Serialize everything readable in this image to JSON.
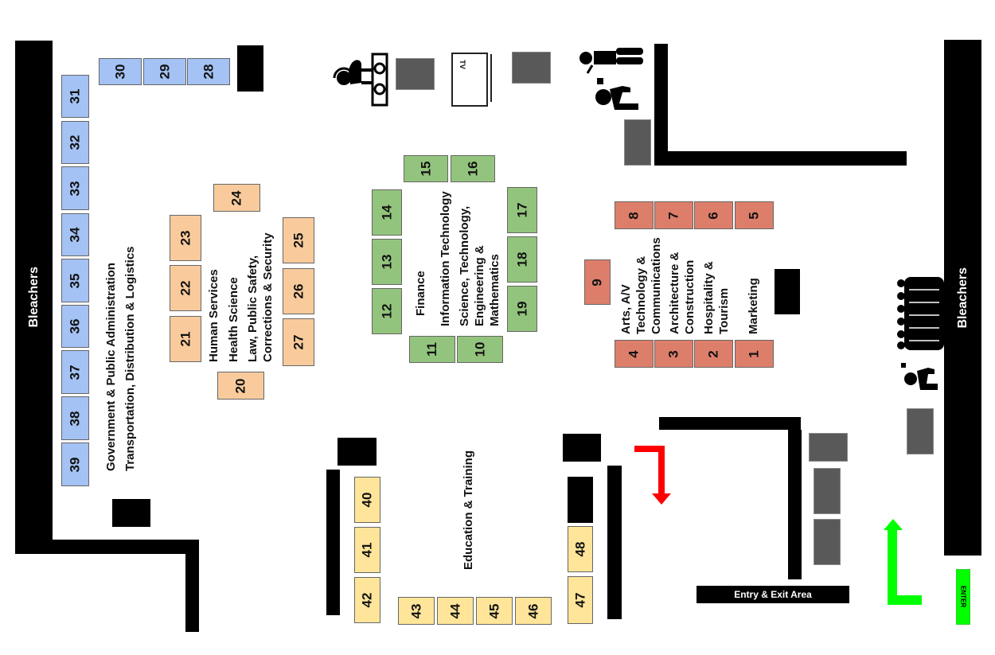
{
  "bleachers": {
    "left_label": "Bleachers",
    "right_label": "Bleachers"
  },
  "entry_label": "Entry & Exit Area",
  "enter_label": "ENTER",
  "tv_label": "TV",
  "clusters": {
    "blue": {
      "color": "#a4c2f4",
      "labels": [
        "Government & Public Administration",
        "Transportation, Distribution & Logistics"
      ],
      "booths": [
        "30",
        "29",
        "28",
        "31",
        "32",
        "33",
        "34",
        "35",
        "36",
        "37",
        "38",
        "39"
      ]
    },
    "orange": {
      "color": "#f9cb9c",
      "labels": [
        "Human Services",
        "Health Science",
        "Law, Public Safety,\nCorrections & Security"
      ],
      "booths": [
        "24",
        "23",
        "22",
        "21",
        "25",
        "26",
        "27",
        "20"
      ]
    },
    "green": {
      "color": "#93c47d",
      "labels": [
        "Finance",
        "Information Technology",
        "Science, Technology,\nEngineering &\nMathematics"
      ],
      "booths": [
        "15",
        "16",
        "14",
        "13",
        "12",
        "17",
        "18",
        "19",
        "11",
        "10"
      ]
    },
    "red": {
      "color": "#dd7e6b",
      "labels": [
        "Arts, A/V\nTechnology &\nCommunications",
        "Architecture &\nConstruction",
        "Hospitality &\nTourism",
        "Marketing"
      ],
      "booths": [
        "8",
        "7",
        "6",
        "5",
        "9",
        "4",
        "3",
        "2",
        "1"
      ]
    },
    "yellow": {
      "color": "#ffe599",
      "labels": [
        "Education & Training"
      ],
      "booths": [
        "40",
        "41",
        "42",
        "43",
        "44",
        "45",
        "46",
        "48",
        "47"
      ]
    }
  },
  "colors": {
    "exit_arrow": "#ff0000",
    "enter_arrow": "#00ff00",
    "table_gray": "#595959"
  }
}
